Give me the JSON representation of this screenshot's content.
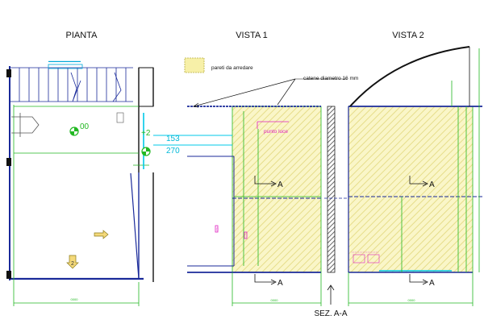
{
  "titles": {
    "plan": "PIANTA",
    "view1": "VISTA 1",
    "view2": "VISTA 2"
  },
  "legend": {
    "swatch_color": "#f7f0a8",
    "label": "pareti da arredare"
  },
  "annotations": {
    "chain": "catene diametro 16 mm",
    "light_point": "punto luce",
    "level_plus": "+2",
    "level_zero": "00",
    "elev_153": "153",
    "elev_270": "270",
    "section_label": "SEZ. A-A",
    "section_marker": "A",
    "stair_number": "2"
  },
  "colors": {
    "dimension_green": "#22b822",
    "wall_blue": "#1a2a9a",
    "cyan": "#00c8e8",
    "magenta": "#e020c0",
    "hatch": "#e6dd8a"
  }
}
